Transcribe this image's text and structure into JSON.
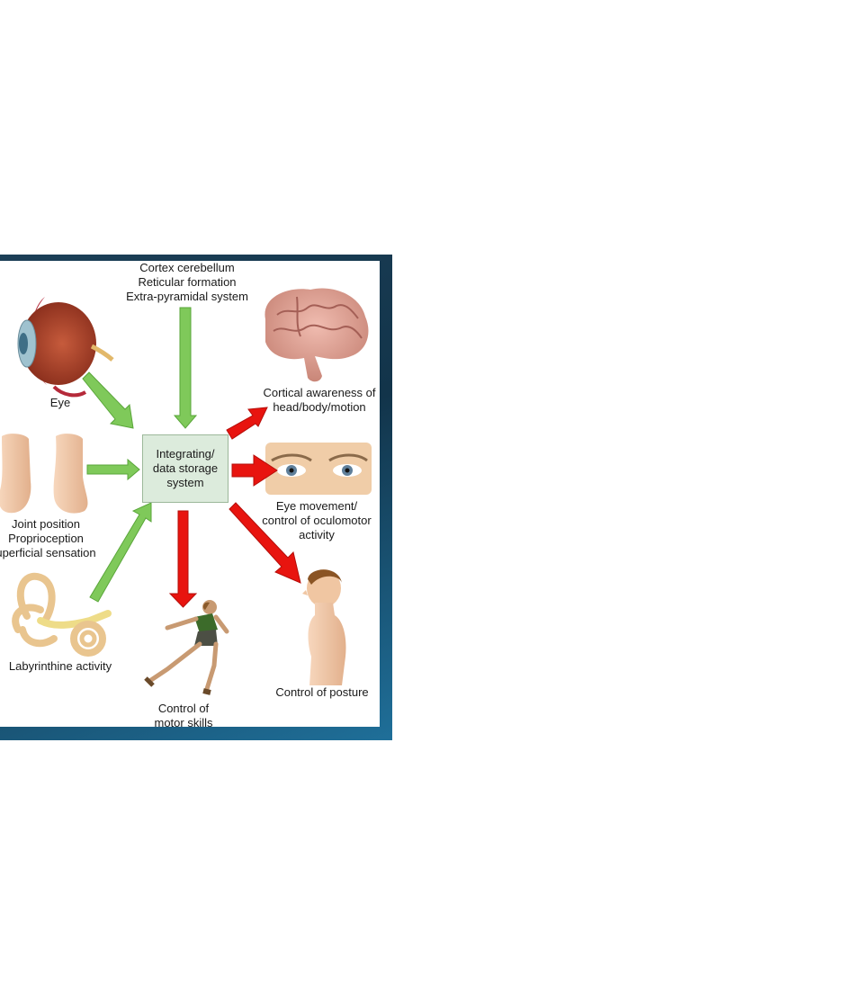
{
  "colors": {
    "input_arrow": "#7fc95a",
    "output_arrow": "#e8140f",
    "center_fill": "#dcebdc",
    "frame": "#16405a"
  },
  "inputs": {
    "top_lines": [
      "Cortex cerebellum",
      "Reticular formation",
      "Extra-pyramidal system"
    ],
    "eye": "Eye",
    "joint_lines": [
      "Joint position",
      "Proprioception",
      "uperficial sensation"
    ],
    "labyrinth": "Labyrinthine activity"
  },
  "center_lines": [
    "Integrating/",
    "data storage",
    "system"
  ],
  "outputs": {
    "cortical_lines": [
      "Cortical awareness of",
      "head/body/motion"
    ],
    "eye_movement_lines": [
      "Eye movement/",
      "control of oculomotor",
      "activity"
    ],
    "posture": "Control of posture",
    "motor_lines": [
      "Control of",
      "motor skills"
    ]
  },
  "icons": [
    "eye-icon",
    "feet-icon",
    "inner-ear-icon",
    "brain-icon",
    "eyes-face-icon",
    "runner-icon",
    "torso-icon"
  ]
}
